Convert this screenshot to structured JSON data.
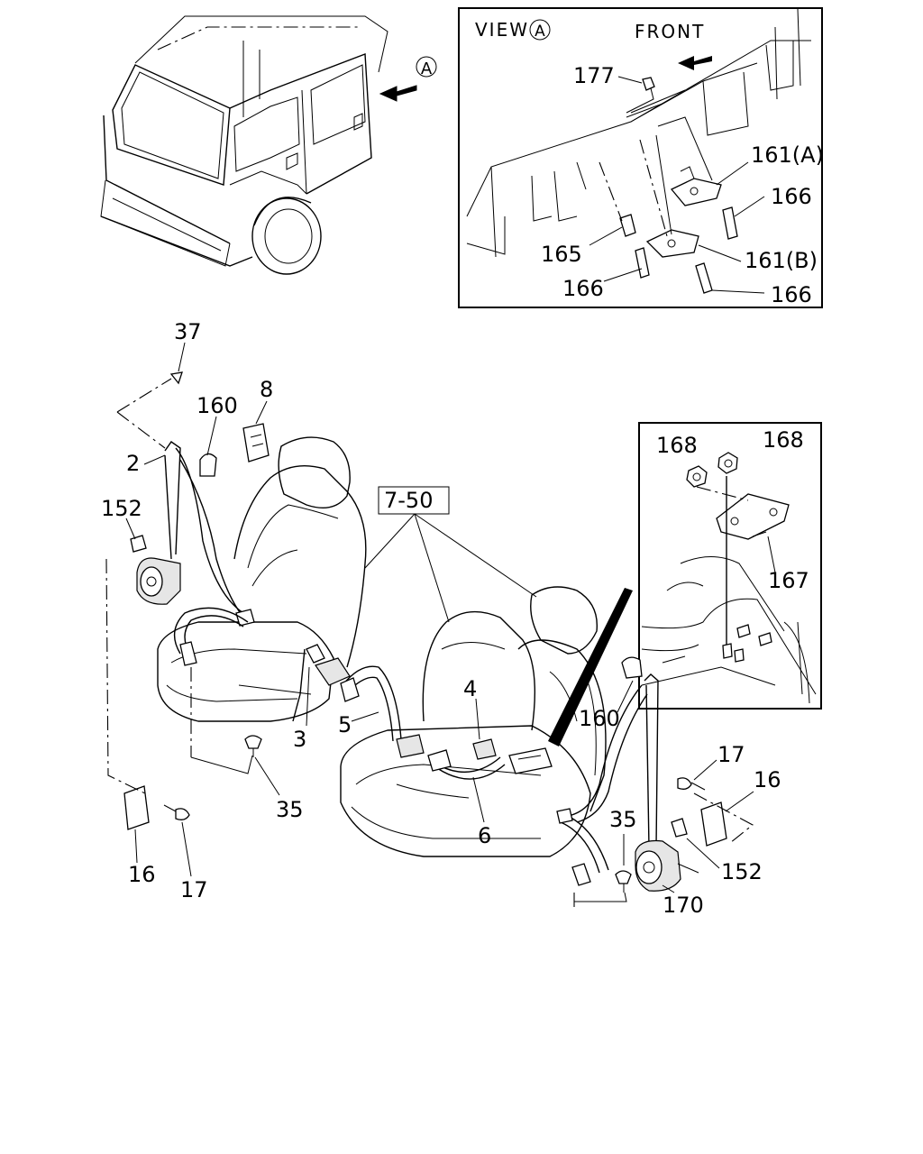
{
  "view_a": {
    "title": "VIEW",
    "marker": "A",
    "front": "FRONT",
    "callouts": [
      "177",
      "161(A)",
      "166",
      "165",
      "161(B)",
      "166",
      "166"
    ]
  },
  "inset_right": {
    "callouts": [
      "168",
      "168",
      "167"
    ]
  },
  "van": {
    "marker": "A"
  },
  "main": {
    "callouts": [
      "37",
      "160",
      "8",
      "2",
      "152",
      "7-50",
      "4",
      "3",
      "5",
      "35",
      "6",
      "16",
      "17",
      "160",
      "17",
      "16",
      "35",
      "152",
      "170"
    ]
  }
}
